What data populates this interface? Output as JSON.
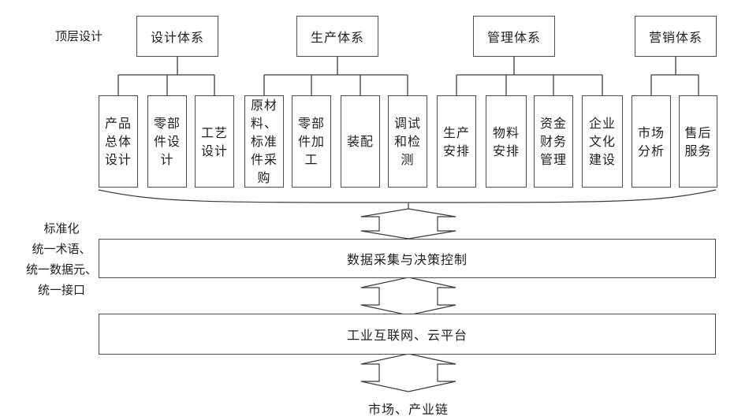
{
  "diagram": {
    "top_label": "顶层设计",
    "side_label": "标准化\n统一术语、\n统一数据元、\n统一接口",
    "groups": [
      {
        "label": "设计体系",
        "children": [
          "产品总体设计",
          "零部件设计",
          "工艺设计"
        ]
      },
      {
        "label": "生产体系",
        "children": [
          "原材料、标准件采购",
          "零部件加工",
          "装配",
          "调试和检测"
        ]
      },
      {
        "label": "管理体系",
        "children": [
          "生产安排",
          "物料安排",
          "资金财务管理",
          "企业文化建设"
        ]
      },
      {
        "label": "营销体系",
        "children": [
          "市场分析",
          "售后服务"
        ]
      }
    ],
    "flow_boxes": [
      {
        "label": "数据采集与决策控制"
      },
      {
        "label": "工业互联网、云平台"
      }
    ],
    "bottom_label": "市场、产业链",
    "colors": {
      "line": "#3c3c3c",
      "border": "#4d4d4d",
      "text": "#1f1f1f",
      "background": "#ffffff"
    }
  }
}
